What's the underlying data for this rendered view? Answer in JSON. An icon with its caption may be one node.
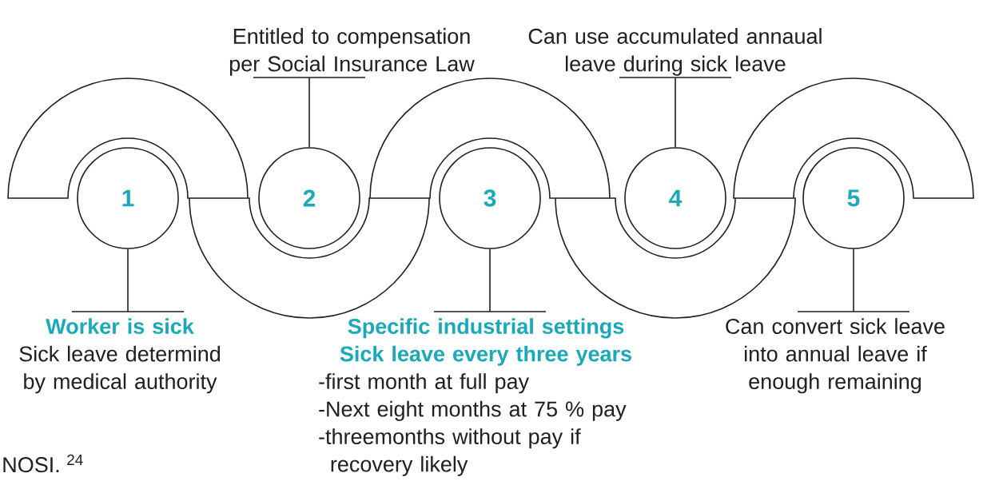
{
  "diagram": {
    "nodes": [
      {
        "text": [
          "1"
        ]
      },
      {
        "text": [
          "2"
        ]
      },
      {
        "text": [
          "3"
        ]
      },
      {
        "text": [
          "4"
        ]
      },
      {
        "text": [
          "5"
        ]
      },
      {
        "text": [
          "Worker is sick",
          "Sick leave determind by medical authority"
        ]
      },
      {
        "text": [
          "Entitled to compensation per Social Insurance Law"
        ]
      },
      {
        "text": [
          "Specific industrial settings",
          "Sick leave every three years",
          "-first month at full pay",
          "-Next eight months at 75 % pay",
          "-threemonths without pay if recovery likely"
        ]
      },
      {
        "text": [
          "Can use accumulated annaual leave during sick leave"
        ]
      },
      {
        "text": [
          "Can convert sick leave into annual leave if enough remaining"
        ]
      }
    ],
    "edges": [
      {
        "from": 5,
        "to": 0,
        "arrow": "none"
      },
      {
        "from": 6,
        "to": 1,
        "arrow": "none"
      },
      {
        "from": 7,
        "to": 2,
        "arrow": "none"
      },
      {
        "from": 8,
        "to": 3,
        "arrow": "none"
      },
      {
        "from": 9,
        "to": 4,
        "arrow": "none"
      }
    ],
    "labels": [
      "NOSI. $^{24}$"
    ]
  }
}
